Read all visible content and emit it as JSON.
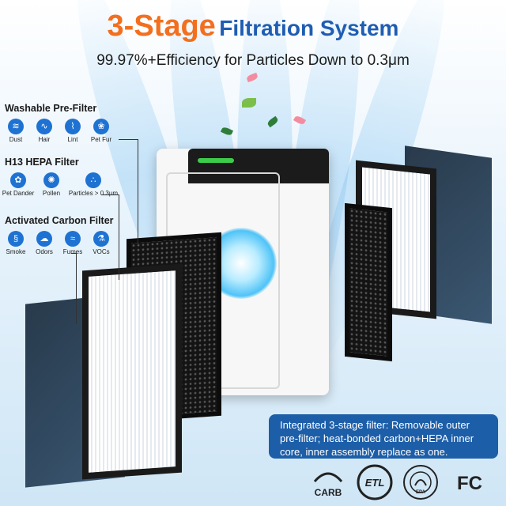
{
  "title": {
    "highlight": "3-Stage",
    "rest": "Filtration System"
  },
  "subtitle": "99.97%+Efficiency for Particles Down to 0.3μm",
  "stages": [
    {
      "title": "Washable Pre-Filter",
      "items": [
        {
          "label": "Dust",
          "icon": "dust-icon"
        },
        {
          "label": "Hair",
          "icon": "hair-icon"
        },
        {
          "label": "Lint",
          "icon": "lint-icon"
        },
        {
          "label": "Pet Fur",
          "icon": "pet-fur-icon"
        }
      ]
    },
    {
      "title": "H13 HEPA Filter",
      "items": [
        {
          "label": "Pet Dander",
          "icon": "pet-dander-icon"
        },
        {
          "label": "Pollen",
          "icon": "pollen-icon"
        },
        {
          "label": "Particles > 0.3μm",
          "icon": "particles-icon"
        }
      ]
    },
    {
      "title": "Activated Carbon Filter",
      "items": [
        {
          "label": "Smoke",
          "icon": "smoke-icon"
        },
        {
          "label": "Odors",
          "icon": "odors-icon"
        },
        {
          "label": "Fumes",
          "icon": "fumes-icon"
        },
        {
          "label": "VOCs",
          "icon": "vocs-icon"
        }
      ]
    }
  ],
  "callout": "Integrated 3-stage filter: Removable outer pre-filter; heat-bonded carbon+HEPA inner core, inner assembly replace as one.",
  "certifications": [
    {
      "label": "CARB",
      "icon": "carb-logo"
    },
    {
      "label": "ETL",
      "icon": "etl-logo"
    },
    {
      "label": "EPA",
      "icon": "epa-seal"
    },
    {
      "label": "FC",
      "icon": "fcc-logo"
    }
  ],
  "colors": {
    "accent": "#f36f1e",
    "brand": "#1e5db3",
    "callout_bg": "#1d5ea8"
  }
}
